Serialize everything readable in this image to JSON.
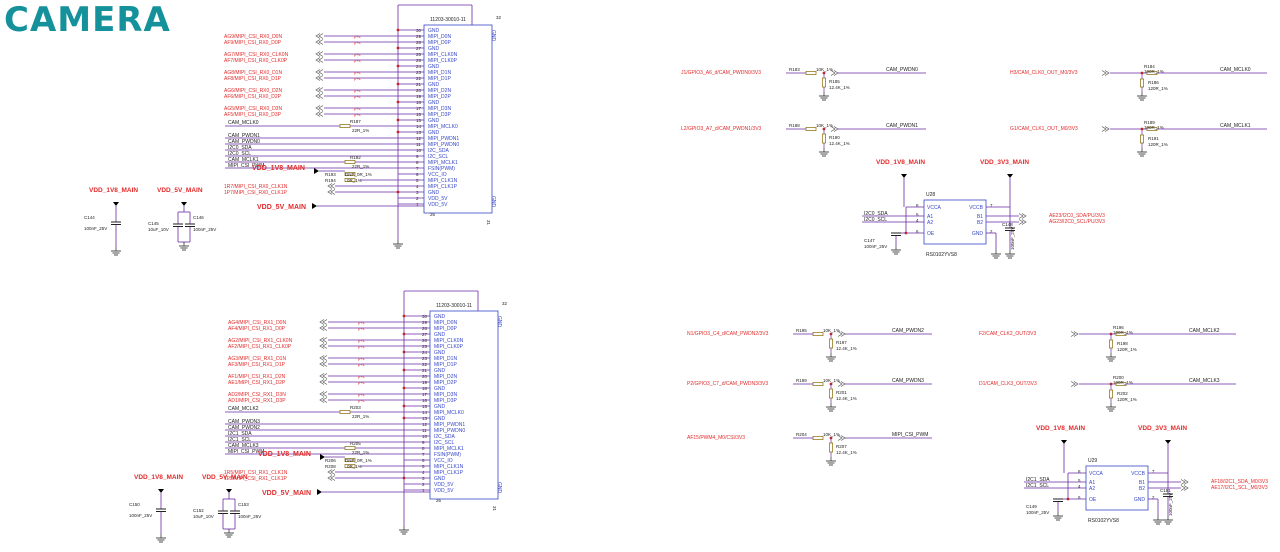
{
  "title": "CAMERA",
  "colors": {
    "title": "#15919b",
    "wire": "#6a2aa5",
    "net": "#e32b2b",
    "comp": "#3646c8",
    "text": "#222222"
  },
  "connector1": {
    "part": "11203-30010-11",
    "left_nets": [
      {
        "pin": 29,
        "text": "AG9/MIPI_CSI_RX0_D0N"
      },
      {
        "pin": 28,
        "text": "AF9/MIPI_CSI_RX0_D0P"
      },
      {
        "pin": 26,
        "text": "AG7/MIPI_CSI_RX0_CLK0N"
      },
      {
        "pin": 25,
        "text": "AF7/MIPI_CSI_RX0_CLK0P"
      },
      {
        "pin": 23,
        "text": "AG8/MIPI_CSI_RX0_D1N"
      },
      {
        "pin": 22,
        "text": "AF8/MIPI_CSI_RX0_D1P"
      },
      {
        "pin": 20,
        "text": "AG6/MIPI_CSI_RX0_D2N"
      },
      {
        "pin": 19,
        "text": "AF6/MIPI_CSI_RX0_D2P"
      },
      {
        "pin": 17,
        "text": "AG5/MIPI_CSI_RX0_D3N"
      },
      {
        "pin": 16,
        "text": "AF5/MIPI_CSI_RX0_D3P"
      }
    ],
    "signals": [
      {
        "pin": 14,
        "text": "CAM_MCLK0"
      },
      {
        "pin": 12,
        "text": "CAM_PWDN1"
      },
      {
        "pin": 11,
        "text": "CAM_PWDN0"
      },
      {
        "pin": 10,
        "text": "I2C0_SDA"
      },
      {
        "pin": 9,
        "text": "I2C0_SCL"
      },
      {
        "pin": 8,
        "text": "CAM_MCLK1"
      },
      {
        "pin": 7,
        "text": "MIPI_CSI_PWM"
      }
    ],
    "clk_nets": [
      "1R7/MIPI_CSI_RX0_CLK1N",
      "1P7/MIPI_CSI_RX0_CLK1P"
    ],
    "resistors": [
      {
        "ref": "R187",
        "val": "22R_1%"
      },
      {
        "ref": "R192",
        "val": "22R_1%"
      },
      {
        "ref": "R193",
        "val": "DNP_0R_1%"
      },
      {
        "ref": "R194",
        "val": "0R_1%"
      }
    ]
  },
  "connector2": {
    "part": "11203-30010-11",
    "left_nets": [
      {
        "pin": 29,
        "text": "AG4/MIPI_CSI_RX1_D0N"
      },
      {
        "pin": 28,
        "text": "AF4/MIPI_CSI_RX1_D0P"
      },
      {
        "pin": 26,
        "text": "AG2/MIPI_CSI_RX1_CLK0N"
      },
      {
        "pin": 25,
        "text": "AF2/MIPI_CSI_RX1_CLK0P"
      },
      {
        "pin": 23,
        "text": "AG3/MIPI_CSI_RX1_D1N"
      },
      {
        "pin": 22,
        "text": "AF3/MIPI_CSI_RX1_D1P"
      },
      {
        "pin": 20,
        "text": "AF1/MIPI_CSI_RX1_D2N"
      },
      {
        "pin": 19,
        "text": "AE1/MIPI_CSI_RX1_D2P"
      },
      {
        "pin": 17,
        "text": "AD2/MIPI_CSI_RX1_D3N"
      },
      {
        "pin": 16,
        "text": "AD1/MIPI_CSI_RX1_D3P"
      }
    ],
    "signals": [
      {
        "pin": 14,
        "text": "CAM_MCLK2"
      },
      {
        "pin": 12,
        "text": "CAM_PWDN3"
      },
      {
        "pin": 11,
        "text": "CAM_PWDN2"
      },
      {
        "pin": 10,
        "text": "I2C1_SDA"
      },
      {
        "pin": 9,
        "text": "I2C1_SCL"
      },
      {
        "pin": 8,
        "text": "CAM_MCLK3"
      },
      {
        "pin": 7,
        "text": "MIPI_CSI_PWM"
      }
    ],
    "clk_nets": [
      "1R5/MIPI_CSI_RX1_CLK1N",
      "1P5/MIPI_CSI_RX1_CLK1P"
    ],
    "resistors": [
      {
        "ref": "R203",
        "val": "22R_1%"
      },
      {
        "ref": "R205",
        "val": "22R_1%"
      },
      {
        "ref": "R206",
        "val": "DNP_0R_1%"
      },
      {
        "ref": "R208",
        "val": "0R_1%"
      }
    ]
  },
  "pin_labels": [
    "GND",
    "MIPI_D0N",
    "MIPI_D0P",
    "GND",
    "MIPI_CLK0N",
    "MIPI_CLK0P",
    "GND",
    "MIPI_D1N",
    "MIPI_D1P",
    "GND",
    "MIPI_D2N",
    "MIPI_D2P",
    "GND",
    "MIPI_D3N",
    "MIPI_D3P",
    "GND",
    "MIPI_MCLK0",
    "GND",
    "MIPI_PWDN1",
    "MIPI_PWDN0",
    "I2C_SDA",
    "I2C_SCL",
    "MIPI_MCLK1",
    "FSIN(PWM)",
    "VCC_IO",
    "MIPI_CLK1N",
    "MIPI_CLK1P",
    "GND",
    "VDD_5V",
    "VDD_5V"
  ],
  "pin_labels2": [
    "GND",
    "MIPI_D0N",
    "MIPI_D0P",
    "GND",
    "MIPI_CLK0N",
    "MIPI_CLK0P",
    "GND",
    "MIPI_D1N",
    "MIPI_D1P",
    "GND",
    "MIPI_D2N",
    "MIPI_D2P",
    "GND",
    "MIPI_D3N",
    "MIPI_D3P",
    "GND",
    "MIPI_MCLK0",
    "GND",
    "MIPI_PWDN1",
    "MIPI_PWDN0",
    "I2C_SDA",
    "I2C_SCL",
    "MIPI_MCLK1",
    "FSIN(PWM)",
    "VCC_IO",
    "MIPI_CLK1N",
    "MIPI_CLK1P",
    "GND",
    "VDD_5V",
    "VDD_5V"
  ],
  "power": {
    "vdd18": "VDD_1V8_MAIN",
    "vdd5": "VDD_5V_MAIN",
    "vdd33": "VDD_3V3_MAIN"
  },
  "caps_top": [
    {
      "ref": "C144",
      "val": "100nF_25V"
    },
    {
      "ref": "C145",
      "val": "10uF_10V"
    },
    {
      "ref": "C146",
      "val": "100nF_25V"
    }
  ],
  "caps_bottom": [
    {
      "ref": "C150",
      "val": "100nF_25V"
    },
    {
      "ref": "C152",
      "val": "10uF_10V"
    },
    {
      "ref": "C153",
      "val": "100nF_25V"
    }
  ],
  "gpio_blocks": [
    {
      "net": "J1/GPIO3_A6_d/CAM_PWDN0/3V3",
      "rs": "R183",
      "rsv": "10K_1%",
      "rp": "R185",
      "rpv": "12.4K_1%",
      "out": "CAM_PWDN0"
    },
    {
      "net": "L2/GPIO3_A7_d/CAM_PWDN1/3V3",
      "rs": "R188",
      "rsv": "10K_1%",
      "rp": "R190",
      "rpv": "12.4K_1%",
      "out": "CAM_PWDN1"
    },
    {
      "net": "N1/GPIO3_C4_d/CAM_PWDN2/3V3",
      "rs": "R195",
      "rsv": "10K_1%",
      "rp": "R197",
      "rpv": "12.4K_1%",
      "out": "CAM_PWDN2"
    },
    {
      "net": "P2/GPIO3_C7_d/CAM_PWDN3/3V3",
      "rs": "R199",
      "rsv": "10K_1%",
      "rp": "R201",
      "rpv": "12.4K_1%",
      "out": "CAM_PWDN3"
    },
    {
      "net": "AF15/PWM4_M0/CSI/3V3",
      "rs": "R204",
      "rsv": "10K_1%",
      "rp": "R207",
      "rpv": "12.4K_1%",
      "out": "MIPI_CSI_PWM"
    }
  ],
  "clk_blocks": [
    {
      "net": "H3/CAM_CLK0_OUT_M0/3V3",
      "rs": "R184",
      "rsv": "100R_1%",
      "rp": "R186",
      "rpv": "120R_1%",
      "out": "CAM_MCLK0"
    },
    {
      "net": "G1/CAM_CLK1_OUT_M0/3V3",
      "rs": "R189",
      "rsv": "100R_1%",
      "rp": "R191",
      "rpv": "120R_1%",
      "out": "CAM_MCLK1"
    },
    {
      "net": "F2/CAM_CLK2_OUT/3V3",
      "rs": "R196",
      "rsv": "100R_1%",
      "rp": "R198",
      "rpv": "120R_1%",
      "out": "CAM_MCLK2"
    },
    {
      "net": "D1/CAM_CLK3_OUT/3V3",
      "rs": "R200",
      "rsv": "100R_1%",
      "rp": "R202",
      "rpv": "120R_1%",
      "out": "CAM_MCLK3"
    }
  ],
  "level_shifters": [
    {
      "ref": "U28",
      "part": "RS0102YVS8",
      "cap": "C147",
      "capv": "100nF_25V",
      "cap2": "C148",
      "cap2v": "100nF_25V",
      "in1": "I2C0_SDA",
      "in2": "I2C0_SCL",
      "out1": "AE23/I2C0_SDA/PU/3V3",
      "out2": "AG23/I2C0_SCL/PU/3V3"
    },
    {
      "ref": "U29",
      "part": "RS0102YVS8",
      "cap": "C149",
      "capv": "100nF_25V",
      "cap2": "C151",
      "cap2v": "100nF_25V",
      "in1": "I2C1_SDA",
      "in2": "I2C1_SCL",
      "out1": "AF18/I2C1_SDA_M0/3V3",
      "out2": "AE17/I2C1_SCL_M0/3V3"
    }
  ],
  "ls_pins": {
    "vcca": "VCCA",
    "vccb": "VCCB",
    "a1": "A1",
    "a2": "A2",
    "b1": "B1",
    "b2": "B2",
    "oe": "OE",
    "gnd": "GND"
  },
  "gnd_label": "GND"
}
